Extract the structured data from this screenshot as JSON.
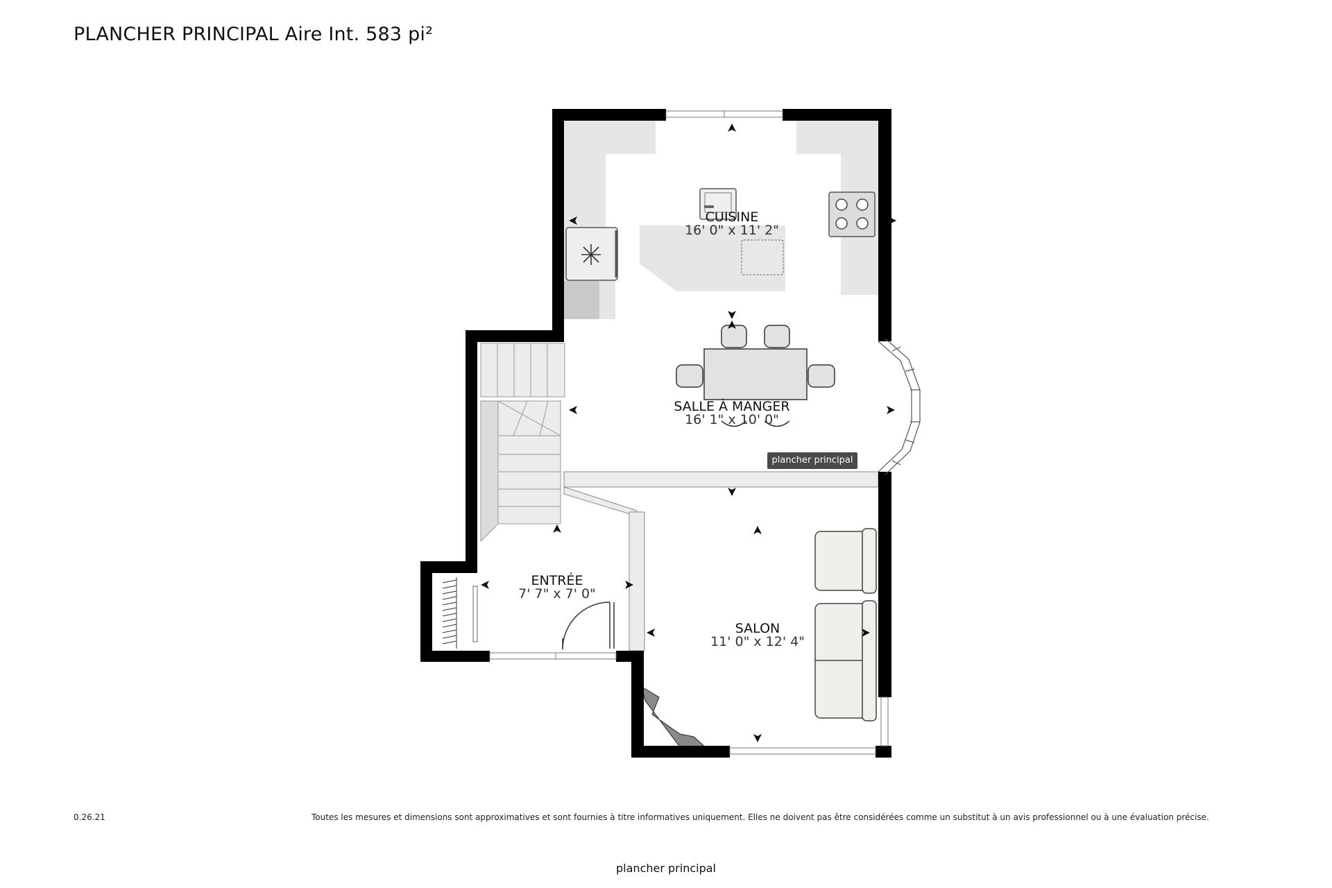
{
  "header": {
    "floor_name": "PLANCHER PRINCIPAL",
    "area_label": "Aire Int. 583 pi²"
  },
  "rooms": {
    "kitchen": {
      "name": "CUISINE",
      "dims": "16' 0\" x 11' 2\""
    },
    "dining": {
      "name": "SALLE À MANGER",
      "dims": "16' 1\" x 10' 0\""
    },
    "entry": {
      "name": "ENTRÉE",
      "dims": "7' 7\" x 7' 0\""
    },
    "living": {
      "name": "SALON",
      "dims": "11' 0\" x 12' 4\""
    }
  },
  "floor_tag": "plancher principal",
  "footer": {
    "version": "0.26.21",
    "disclaimer": "Toutes les mesures et dimensions sont approximatives et sont fournies à titre informatives uniquement. Elles ne doivent pas être considérées comme un substitut à un avis professionnel ou à une évaluation précise.",
    "caption": "plancher principal"
  },
  "colors": {
    "wall": "#000000",
    "counter": "#e6e6e6",
    "appliance": "#d8d8d8",
    "stair": "#ececec"
  }
}
